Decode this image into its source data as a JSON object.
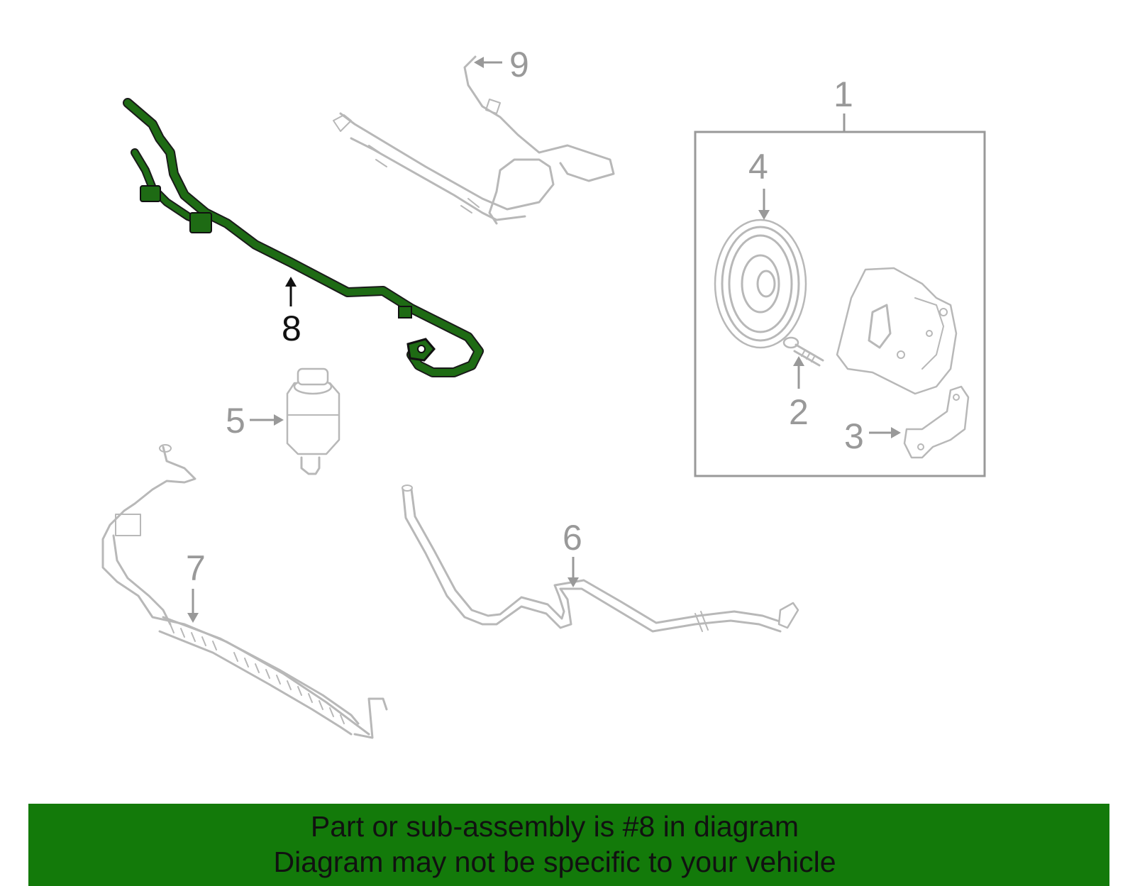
{
  "callouts": [
    {
      "number": "1"
    },
    {
      "number": "2"
    },
    {
      "number": "3"
    },
    {
      "number": "4"
    },
    {
      "number": "5"
    },
    {
      "number": "6"
    },
    {
      "number": "7"
    },
    {
      "number": "8",
      "highlighted": true
    },
    {
      "number": "9"
    }
  ],
  "banner": {
    "line1": "Part or sub-assembly is #8 in diagram",
    "line2": "Diagram may not be specific to your vehicle"
  },
  "colors": {
    "highlight": "#1e6b14",
    "banner": "#137a0a",
    "ghost": "#b8b8b8"
  }
}
